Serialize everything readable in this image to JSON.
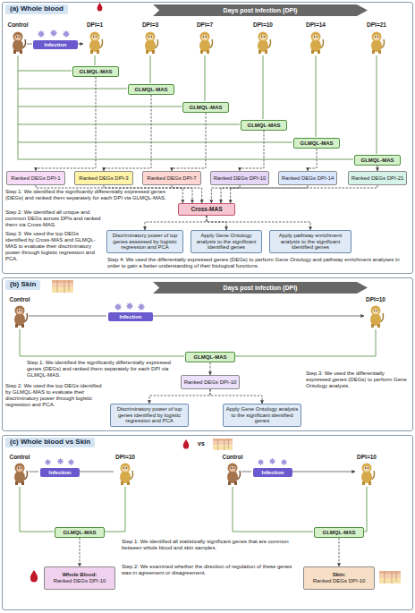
{
  "diagram": {
    "nodes": [
      {
        "text": [
          "(a) Whole blood"
        ]
      },
      {
        "text": [
          "Days post infection (DPI)"
        ],
        "in": 0
      },
      {
        "text": [
          "Infection"
        ],
        "in": 0
      },
      {
        "text": [
          "GLMQL-MAS"
        ],
        "in": 0
      },
      {
        "text": [
          "GLMQL-MAS"
        ],
        "in": 0
      },
      {
        "text": [
          "GLMQL-MAS"
        ],
        "in": 0
      },
      {
        "text": [
          "GLMQL-MAS"
        ],
        "in": 0
      },
      {
        "text": [
          "GLMQL-MAS"
        ],
        "in": 0
      },
      {
        "text": [
          "GLMQL-MAS"
        ],
        "in": 0
      },
      {
        "text": [
          "Ranked DEGs DPI-1"
        ],
        "in": 0
      },
      {
        "text": [
          "Ranked DEGs DPI-3"
        ],
        "in": 0
      },
      {
        "text": [
          "Ranked DEGs DPI-7"
        ],
        "in": 0
      },
      {
        "text": [
          "Ranked DEGs DPI-10"
        ],
        "in": 0
      },
      {
        "text": [
          "Ranked DEGs DPI-14"
        ],
        "in": 0
      },
      {
        "text": [
          "Ranked DEGs DPI-21"
        ],
        "in": 0
      },
      {
        "text": [
          "Cross-MAS"
        ],
        "in": 0
      },
      {
        "text": [
          "Discriminatory power of top genes assessed by logistic regression and PCA"
        ],
        "in": 0
      },
      {
        "text": [
          "Apply Gene Ontology analysis to the significant identified genes"
        ],
        "in": 0
      },
      {
        "text": [
          "Apply pathway enrichment analysis to the significant identified genes"
        ],
        "in": 0
      },
      {
        "text": [
          "(b) Skin"
        ]
      },
      {
        "text": [
          "Days post infection (DPI)"
        ],
        "in": 19
      },
      {
        "text": [
          "Infection"
        ],
        "in": 19
      },
      {
        "text": [
          "GLMQL-MAS"
        ],
        "in": 19
      },
      {
        "text": [
          "Ranked DEGs DPI-10"
        ],
        "in": 19
      },
      {
        "text": [
          "Discriminatory power of top genes identified by logistic regression and PCA"
        ],
        "in": 19
      },
      {
        "text": [
          "Apply Gene Ontology analysis to the significant identified genes"
        ],
        "in": 19
      },
      {
        "text": [
          "(c) Whole blood vs Skin"
        ]
      },
      {
        "text": [
          "Infection"
        ],
        "in": 26
      },
      {
        "text": [
          "GLMQL-MAS"
        ],
        "in": 26
      },
      {
        "text": [
          "Whole Blood:",
          "Ranked DEGs DPI-10"
        ],
        "in": 26
      },
      {
        "text": [
          "Infection"
        ],
        "in": 26
      },
      {
        "text": [
          "GLMQL-MAS"
        ],
        "in": 26
      },
      {
        "text": [
          "Skin:",
          "Ranked DEGs DPI-10"
        ],
        "in": 26
      }
    ],
    "edges": [
      {
        "from": 3,
        "to": 9,
        "arrow": "to"
      },
      {
        "from": 4,
        "to": 10,
        "arrow": "to"
      },
      {
        "from": 5,
        "to": 11,
        "arrow": "to"
      },
      {
        "from": 6,
        "to": 12,
        "arrow": "to"
      },
      {
        "from": 7,
        "to": 13,
        "arrow": "to"
      },
      {
        "from": 8,
        "to": 14,
        "arrow": "to"
      },
      {
        "from": 9,
        "to": 15,
        "arrow": "to"
      },
      {
        "from": 10,
        "to": 15,
        "arrow": "to"
      },
      {
        "from": 11,
        "to": 15,
        "arrow": "to"
      },
      {
        "from": 12,
        "to": 15,
        "arrow": "to"
      },
      {
        "from": 13,
        "to": 15,
        "arrow": "to"
      },
      {
        "from": 14,
        "to": 15,
        "arrow": "to"
      },
      {
        "from": 15,
        "to": 16,
        "arrow": "to"
      },
      {
        "from": 15,
        "to": 17,
        "arrow": "to"
      },
      {
        "from": 15,
        "to": 18,
        "arrow": "to"
      },
      {
        "from": 22,
        "to": 23,
        "arrow": "to"
      },
      {
        "from": 23,
        "to": 24,
        "arrow": "to"
      },
      {
        "from": 23,
        "to": 25,
        "arrow": "to"
      },
      {
        "from": 28,
        "to": 29,
        "arrow": "to"
      },
      {
        "from": 31,
        "to": 32,
        "arrow": "to"
      }
    ],
    "labels": [
      "Control",
      "DPI=1",
      "DPI=3",
      "DPI=7",
      "DPI=10",
      "DPI=14",
      "DPI=21",
      "Step 1: We identified the significantly differentially expressed genes (DEGs) and ranked them separately for each DPI via GLMQL-MAS.",
      "Step 2: We identified all unique and common DEGs across DPIs and ranked them via Cross-MAS.",
      "Step 3: We used the top DEGs identified by Cross-MAS and GLMQL-MAS to evaluate their discriminatory power through logistic regression and PCA.",
      "Step 4: We used the differentially expressed genes (DEGs) to perform Gene Ontology and pathway enrichment analyses in order to gain a better understanding of their biological functions.",
      "Control",
      "DPI=10",
      "Step 1: We identified the significantly differentially expressed genes (DEGs) and ranked them separately for each DPI via GLMQL-MAS.",
      "Step 2: We used the top DEGs identified by GLMQL-MAS to evaluate their discriminatory power through logistic regression and PCA.",
      "Step 3: We used the differentially expressed genes (DEGs) to perform Gene Ontology analysis.",
      "Control",
      "DPI=10",
      "vs",
      "Control",
      "DPI=10",
      "Step 1: We identified all statistically significant genes that are common between whole blood and skin samples.",
      "Step 2: We examined whether the direction of regulation of these genes was in agreement or disagreement."
    ]
  }
}
